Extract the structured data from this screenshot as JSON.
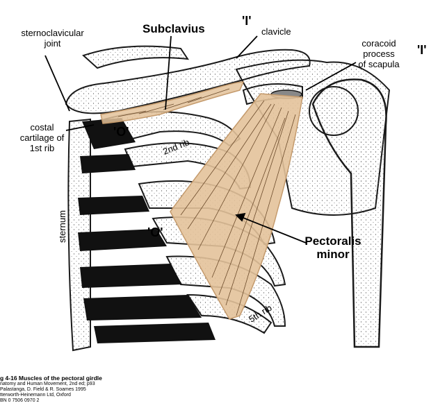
{
  "labels": {
    "sternoclavicular_joint": [
      "sternoclavicular",
      "joint"
    ],
    "subclavius": "Subclavius",
    "clavicle": "clavicle",
    "coracoid_process": [
      "coracoid",
      "process",
      "of scapula"
    ],
    "costal_cartilage": [
      "costal",
      "cartilage of",
      "1st rib"
    ],
    "second_rib": "2nd rib",
    "fifth_rib": "5th rib",
    "sternum": "sternum",
    "pectoralis_minor": [
      "Pectoralis",
      "minor"
    ]
  },
  "markers": {
    "insertion": "'I'",
    "origin": "'O'"
  },
  "caption": {
    "title": "g 4-16 Muscles of the pectoral girdle",
    "line1": "natomy and Human Movement, 2nd ed; p93",
    "line2": "Palastanga, D. Field & R. Soames 1995",
    "line3": "tterworth-Heinemann Ltd, Oxford",
    "line4": "BN 0 7506 0970 2"
  },
  "colors": {
    "muscle": "#e3c29a",
    "muscle_edge": "#c49a6c",
    "bone_outline": "#1a1a1a",
    "cartilage": "#111111"
  }
}
